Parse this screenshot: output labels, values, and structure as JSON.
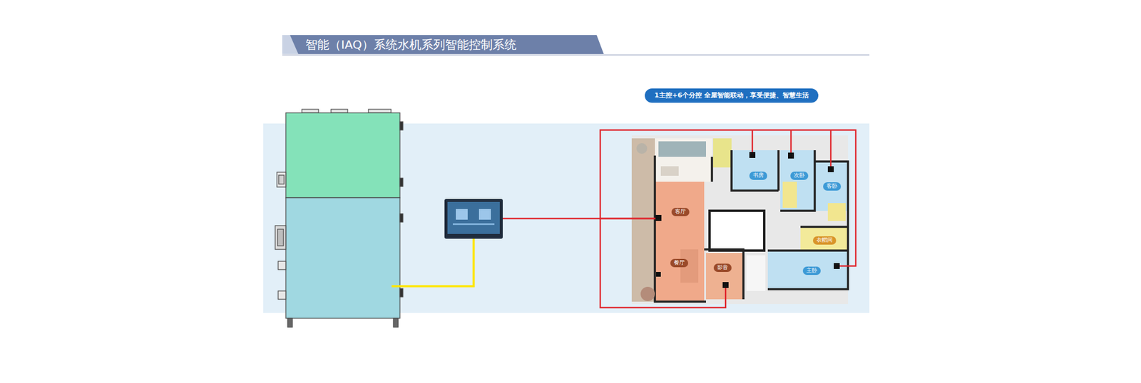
{
  "diagram": {
    "title": "智能（IAQ）系统水机系列智能控制系统",
    "nodes": [
      {
        "text": [
          "1主控+6个分控 全屋智能联动，享受便捷、智慧生活"
        ]
      },
      {
        "text": [
          "书房"
        ]
      },
      {
        "text": [
          "次卧"
        ]
      },
      {
        "text": [
          "客卧"
        ]
      },
      {
        "text": [
          "客厅"
        ]
      },
      {
        "text": [
          "衣帽间"
        ]
      },
      {
        "text": [
          "餐厅"
        ]
      },
      {
        "text": [
          "影音"
        ]
      },
      {
        "text": [
          "主卧"
        ]
      }
    ]
  }
}
